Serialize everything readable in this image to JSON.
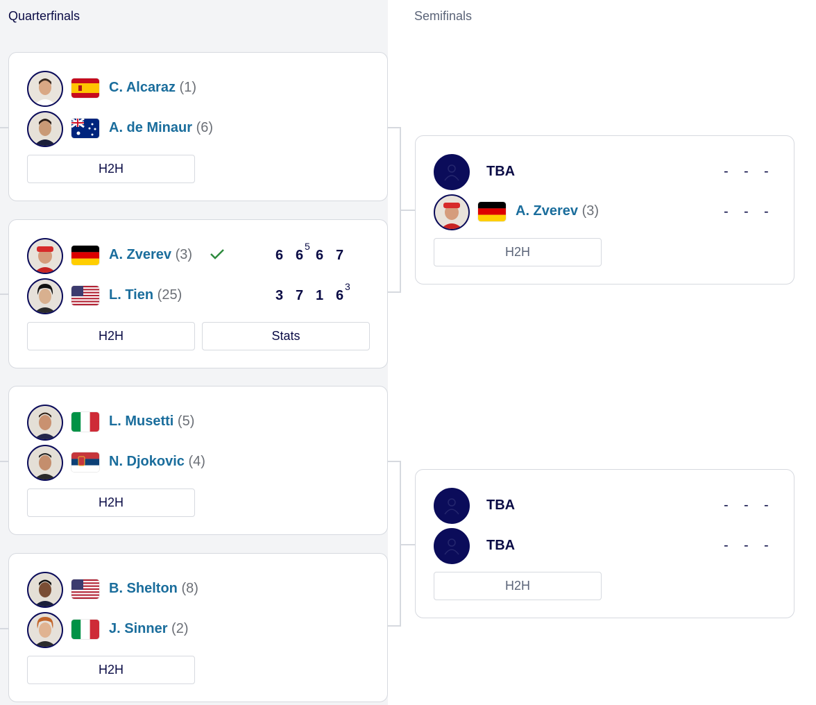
{
  "headers": {
    "quarterfinals": "Quarterfinals",
    "semifinals": "Semifinals"
  },
  "colors": {
    "name_blue": "#1a6d9c",
    "navy": "#0a0b45",
    "avatar_bg": "#0b0c5a",
    "winner_check": "#2e8b3e",
    "column_bg": "#f3f4f6"
  },
  "quarterfinals": [
    {
      "players": [
        {
          "name": "C. Alcaraz",
          "seed": "(1)",
          "flag": "spain",
          "avatar": "player-photo"
        },
        {
          "name": "A. de Minaur",
          "seed": "(6)",
          "flag": "australia",
          "avatar": "player-photo"
        }
      ],
      "buttons": [
        "H2H"
      ]
    },
    {
      "players": [
        {
          "name": "A. Zverev",
          "seed": "(3)",
          "flag": "germany",
          "avatar": "player-photo",
          "winner": true,
          "scores": [
            {
              "v": "6",
              "tb": ""
            },
            {
              "v": "6",
              "tb": "5"
            },
            {
              "v": "6",
              "tb": ""
            },
            {
              "v": "7",
              "tb": ""
            }
          ]
        },
        {
          "name": "L. Tien",
          "seed": "(25)",
          "flag": "usa",
          "avatar": "player-photo",
          "scores": [
            {
              "v": "3",
              "tb": ""
            },
            {
              "v": "7",
              "tb": ""
            },
            {
              "v": "1",
              "tb": ""
            },
            {
              "v": "6",
              "tb": "3"
            }
          ]
        }
      ],
      "buttons": [
        "H2H",
        "Stats"
      ]
    },
    {
      "players": [
        {
          "name": "L. Musetti",
          "seed": "(5)",
          "flag": "italy",
          "avatar": "player-photo"
        },
        {
          "name": "N. Djokovic",
          "seed": "(4)",
          "flag": "serbia",
          "avatar": "player-photo"
        }
      ],
      "buttons": [
        "H2H"
      ]
    },
    {
      "players": [
        {
          "name": "B. Shelton",
          "seed": "(8)",
          "flag": "usa",
          "avatar": "player-photo"
        },
        {
          "name": "J. Sinner",
          "seed": "(2)",
          "flag": "italy",
          "avatar": "player-photo"
        }
      ],
      "buttons": [
        "H2H"
      ]
    }
  ],
  "semifinals": [
    {
      "players": [
        {
          "tba": "TBA",
          "avatar": "placeholder-silhouette",
          "scores": [
            "-",
            "-",
            "-"
          ]
        },
        {
          "name": "A. Zverev",
          "seed": "(3)",
          "flag": "germany",
          "avatar": "player-photo",
          "scores": [
            "-",
            "-",
            "-"
          ]
        }
      ],
      "buttons": [
        "H2H"
      ]
    },
    {
      "players": [
        {
          "tba": "TBA",
          "avatar": "placeholder-silhouette",
          "scores": [
            "-",
            "-",
            "-"
          ]
        },
        {
          "tba": "TBA",
          "avatar": "placeholder-silhouette",
          "scores": [
            "-",
            "-",
            "-"
          ]
        }
      ],
      "buttons": [
        "H2H"
      ]
    }
  ]
}
